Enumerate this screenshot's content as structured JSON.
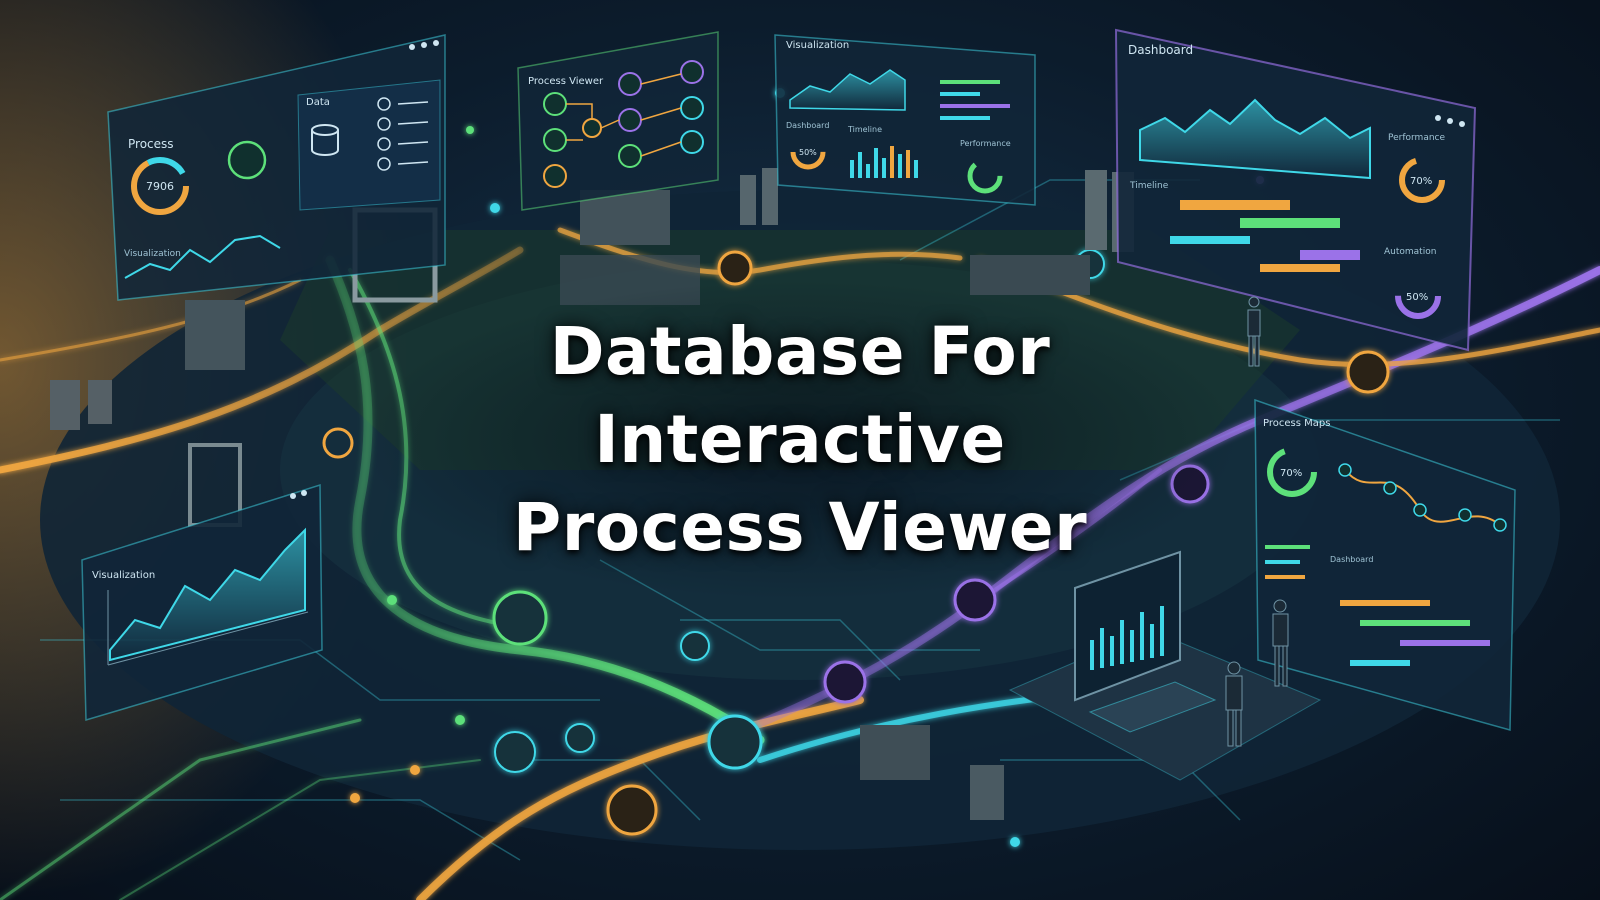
{
  "title": {
    "line1": "Database For",
    "line2": "Interactive",
    "line3": "Process Viewer"
  },
  "panels": {
    "process": {
      "title": "Process",
      "gauge": "7906",
      "chart_label": "Visualization"
    },
    "data": {
      "title": "Data"
    },
    "process_viewer": {
      "title": "Process Viewer"
    },
    "visualization_top": {
      "title": "Visualization",
      "sub_dashboard": "Dashboard",
      "sub_donut": "50%",
      "sub_timeline": "Timeline",
      "sub_performance": "Performance"
    },
    "dashboard": {
      "title": "Dashboard",
      "performance_label": "Performance",
      "perf_gauge": "70%",
      "timeline_label": "Timeline",
      "automation_label": "Automation",
      "auto_gauge": "50%"
    },
    "process_maps": {
      "title": "Process Maps",
      "gauge": "70%",
      "sub_label": "Dashboard"
    },
    "visualization_bottom": {
      "title": "Visualization"
    }
  },
  "colors": {
    "cyan": "#3fd8e8",
    "green": "#5de07a",
    "orange": "#f0a640",
    "purple": "#9b72e8",
    "panel_bg": "#112638"
  }
}
